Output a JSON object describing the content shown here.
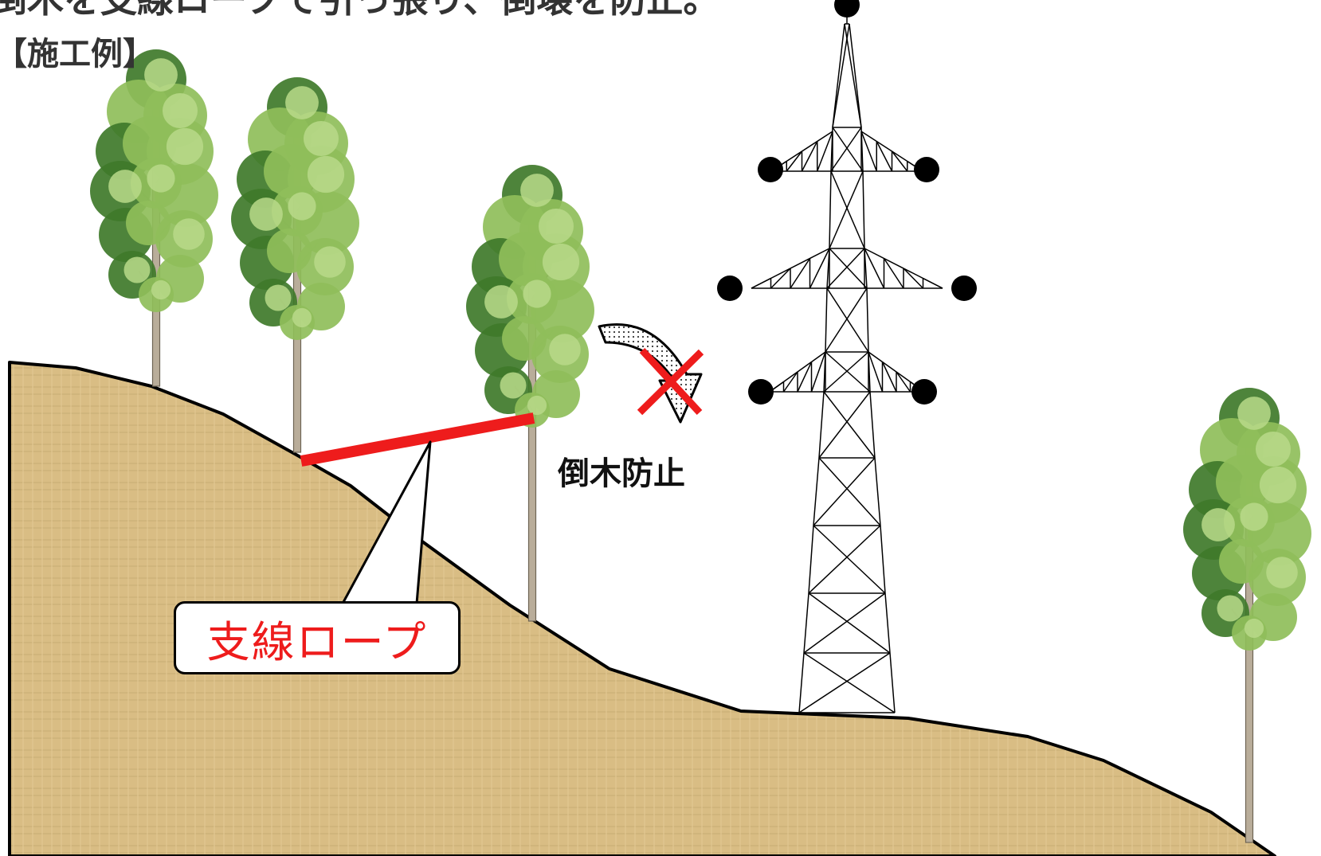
{
  "header": {
    "title": "倒木を支線ロープで引っ張り、倒壊を防止。",
    "subtitle": "【施工例】"
  },
  "labels": {
    "rope_callout": "支線ロープ",
    "prevent_text": "倒木防止"
  },
  "colors": {
    "ground": "#d9bd84",
    "ground_outline": "#000000",
    "rope": "#ee1c1c",
    "cross_mark": "#ee1c1c",
    "foliage": "#8fbe5a",
    "foliage_dark": "#3f7a2a",
    "trunk": "#b9ad9a",
    "tower_line": "#000000",
    "insulator": "#000000"
  },
  "icons": {
    "arrow": "curved-arrow-icon",
    "cross": "cross-mark-icon"
  }
}
